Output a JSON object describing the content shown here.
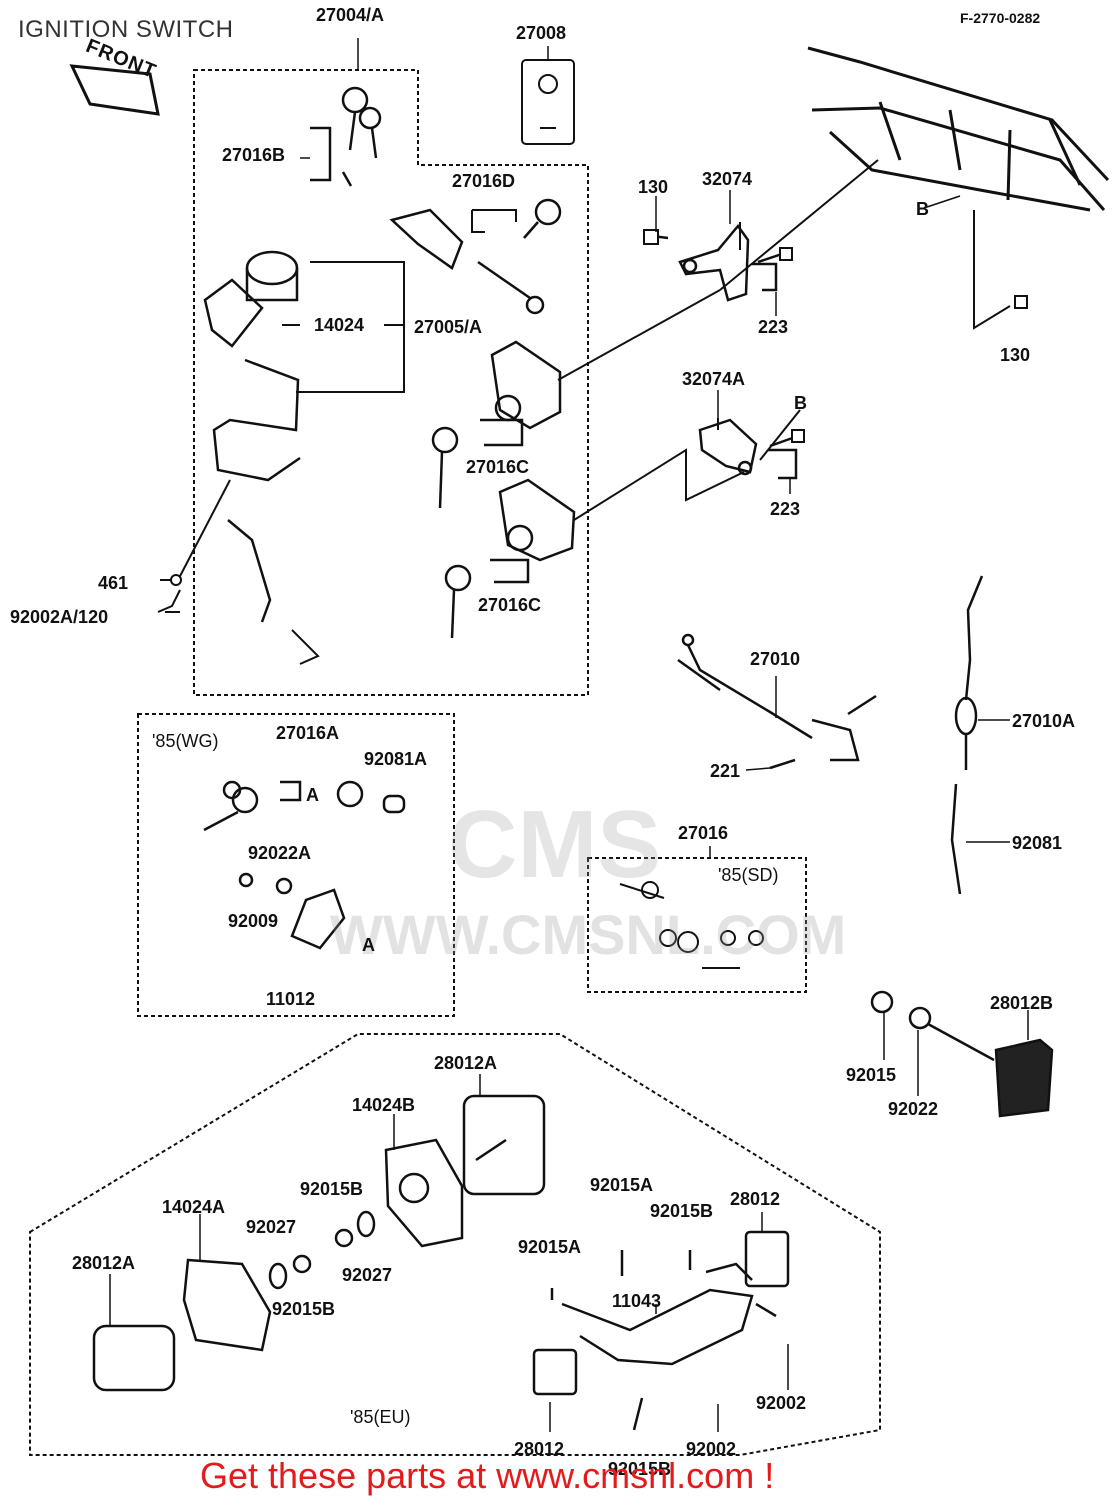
{
  "title": "IGNITION SWITCH",
  "ref_code": "F-2770-0282",
  "front_label": "FRONT",
  "watermark": "WWW.CMSNL.COM",
  "watermark_logo": "CMS",
  "footer": "Get these parts at www.cmsnl.com !",
  "labels": {
    "p27004A": "27004/A",
    "p27008": "27008",
    "p27016B": "27016B",
    "p27016D": "27016D",
    "p130a": "130",
    "p32074": "32074",
    "pB1": "B",
    "p223a": "223",
    "p130b": "130",
    "p14024": "14024",
    "p27005A": "27005/A",
    "p32074A": "32074A",
    "pB2": "B",
    "p27016C1": "27016C",
    "p223b": "223",
    "p27016C2": "27016C",
    "p461": "461",
    "p92002A120": "92002A/120",
    "p27010": "27010",
    "p27010A": "27010A",
    "p85WG": "'85(WG)",
    "p27016A": "27016A",
    "p92081A": "92081A",
    "pA1": "A",
    "p221": "221",
    "p27016": "27016",
    "p92081": "92081",
    "p85SD": "'85(SD)",
    "p92022A": "92022A",
    "p92009": "92009",
    "pA2": "A",
    "p11012": "11012",
    "p28012B": "28012B",
    "p92015a": "92015",
    "p92022": "92022",
    "p28012A1": "28012A",
    "p14024B": "14024B",
    "p92015B1": "92015B",
    "p14024A": "14024A",
    "p92015A1": "92015A",
    "p92015B2": "92015B",
    "p28012a": "28012",
    "p92027a": "92027",
    "p92027b": "92027",
    "p92015A2": "92015A",
    "p28012A2": "28012A",
    "p92015B3": "92015B",
    "p11043": "11043",
    "p92002a": "92002",
    "p85EU": "'85(EU)",
    "p28012b": "28012",
    "p92015B4": "92015B",
    "p92002b": "92002"
  }
}
